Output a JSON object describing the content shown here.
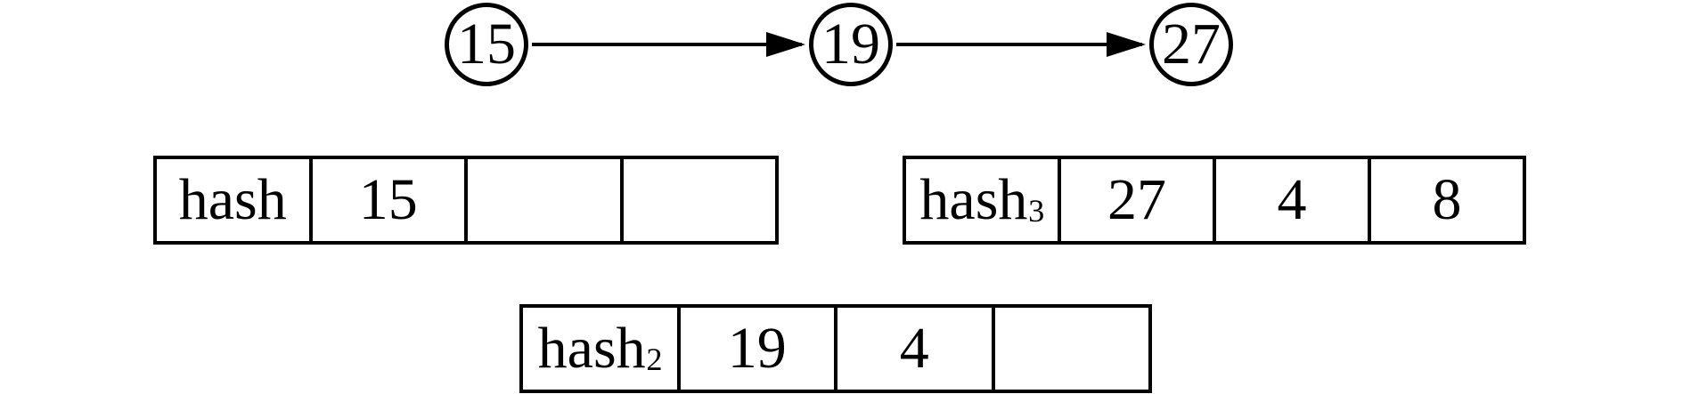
{
  "colors": {
    "ink": "#000000",
    "background": "#ffffff"
  },
  "linked_list": {
    "nodes": [
      {
        "value": "15"
      },
      {
        "value": "19"
      },
      {
        "value": "27"
      }
    ]
  },
  "hash_tables": [
    {
      "label": "hash",
      "subscript": "",
      "cells": [
        "15",
        "",
        ""
      ]
    },
    {
      "label": "hash",
      "subscript": "3",
      "cells": [
        "27",
        "4",
        "8"
      ]
    },
    {
      "label": "hash",
      "subscript": "2",
      "cells": [
        "19",
        "4",
        ""
      ]
    }
  ]
}
